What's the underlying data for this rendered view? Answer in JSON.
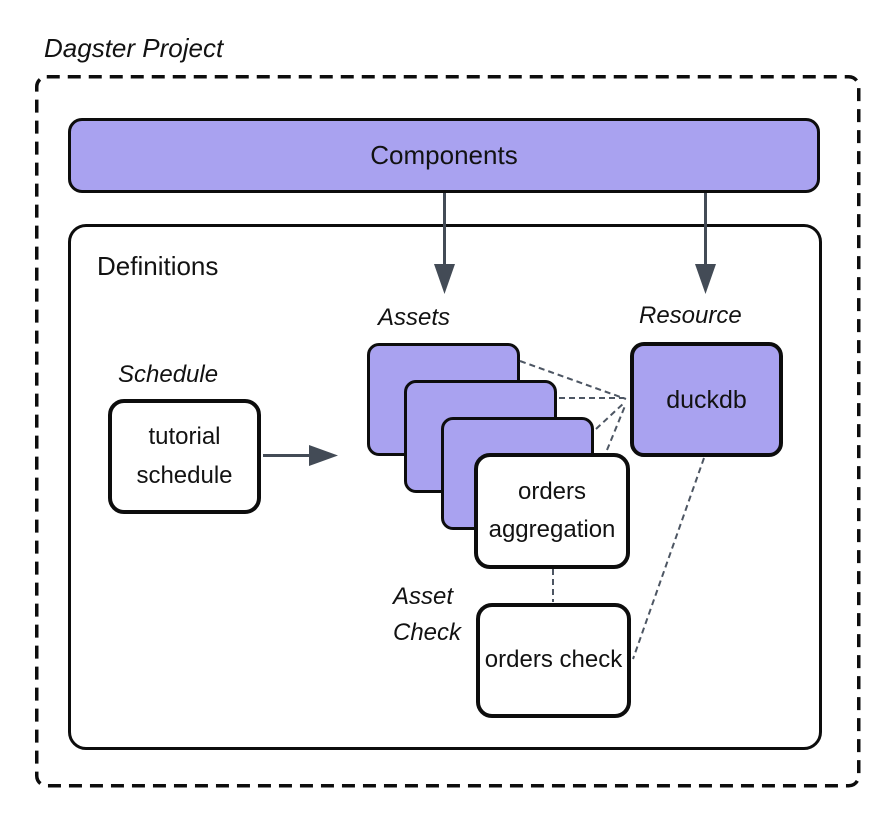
{
  "title": "Dagster Project",
  "components": {
    "label": "Components"
  },
  "definitions": {
    "label": "Definitions"
  },
  "schedule": {
    "label": "Schedule",
    "node_label": "tutorial schedule"
  },
  "assets": {
    "label": "Assets",
    "stack_count": 3,
    "front_node_label": "orders aggregation"
  },
  "resource": {
    "label": "Resource",
    "node_label": "duckdb"
  },
  "asset_check": {
    "label_line1": "Asset",
    "label_line2": "Check",
    "node_label": "orders check"
  },
  "colors": {
    "node_purple": "#A9A2F0",
    "node_white": "#FFFFFF",
    "stroke_black": "#0D0D0D",
    "arrow_gray": "#434B56",
    "connector_gray": "#4D5663"
  }
}
